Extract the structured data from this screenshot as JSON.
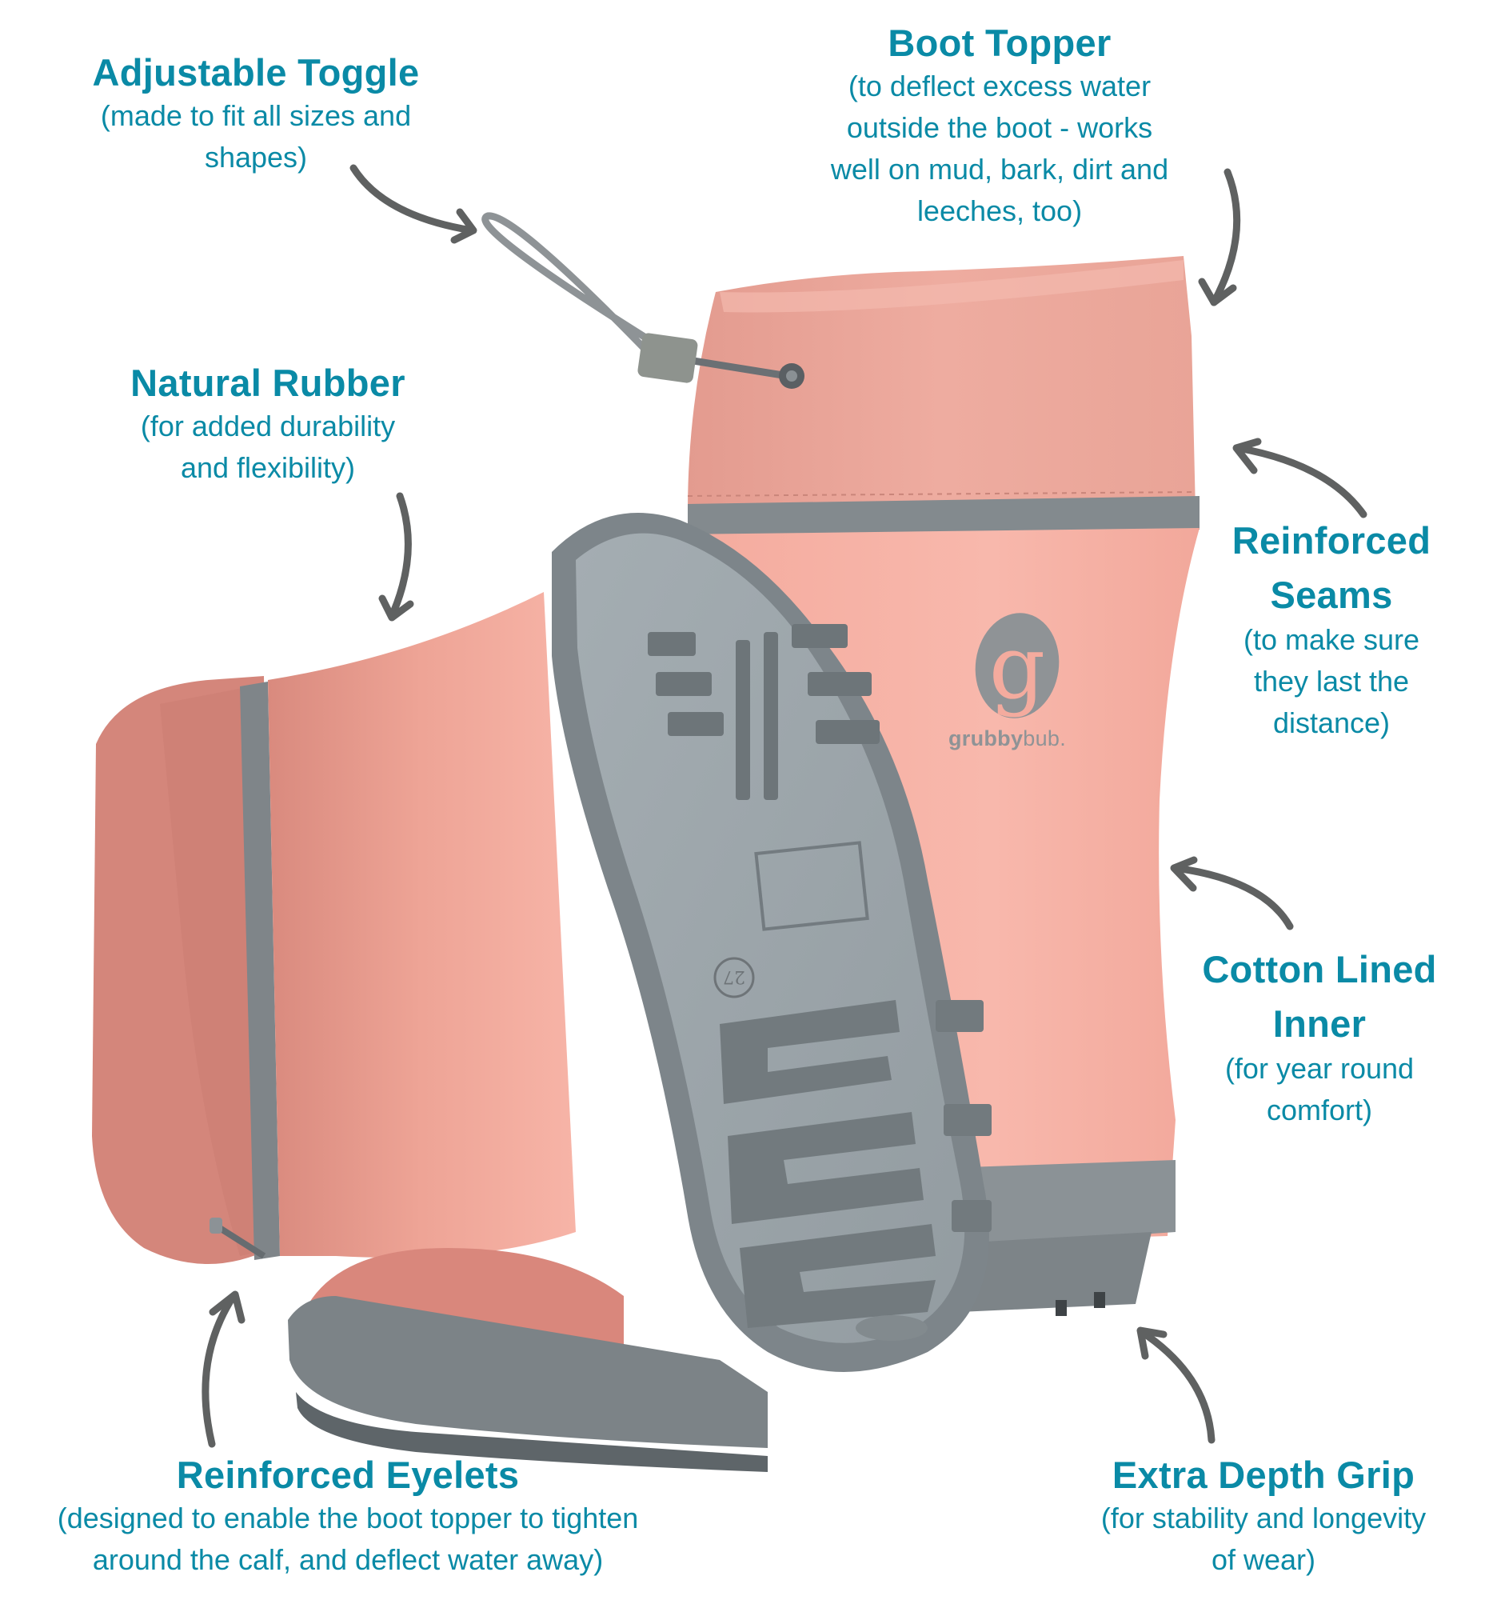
{
  "brand": {
    "name_bold": "grubby",
    "name_light": "bub.",
    "logo_glyph": "g"
  },
  "product": {
    "size_stamp": "27"
  },
  "colors": {
    "accent_teal": "#0a8aa6",
    "arrow_gray": "#5f6161",
    "boot_pink": "#f2a79a",
    "boot_pink_shadow": "#d98c80",
    "topper_pink": "#ebaa9d",
    "sole_gray": "#9aa3a8",
    "sole_dark": "#6f777b",
    "logo_gray": "#8f9396"
  },
  "callouts": {
    "adjustable_toggle": {
      "title": "Adjustable Toggle",
      "desc_lines": [
        "(made to fit all sizes and",
        "shapes)"
      ]
    },
    "boot_topper": {
      "title": "Boot Topper",
      "desc_lines": [
        "(to deflect excess water",
        "outside the boot - works",
        "well on mud, bark, dirt and",
        "leeches, too)"
      ]
    },
    "natural_rubber": {
      "title": "Natural Rubber",
      "desc_lines": [
        "(for added durability",
        "and flexibility)"
      ]
    },
    "reinforced_seams": {
      "title_lines": [
        "Reinforced",
        "Seams"
      ],
      "desc_lines": [
        "(to make sure",
        "they last the",
        "distance)"
      ]
    },
    "cotton_lined_inner": {
      "title_lines": [
        "Cotton Lined",
        "Inner"
      ],
      "desc_lines": [
        "(for year round",
        "comfort)"
      ]
    },
    "reinforced_eyelets": {
      "title": "Reinforced Eyelets",
      "desc_lines": [
        "(designed to enable the boot topper to tighten",
        "around the calf, and deflect water away)"
      ]
    },
    "extra_depth_grip": {
      "title": "Extra Depth Grip",
      "desc_lines": [
        "(for stability and longevity",
        "of wear)"
      ]
    }
  }
}
